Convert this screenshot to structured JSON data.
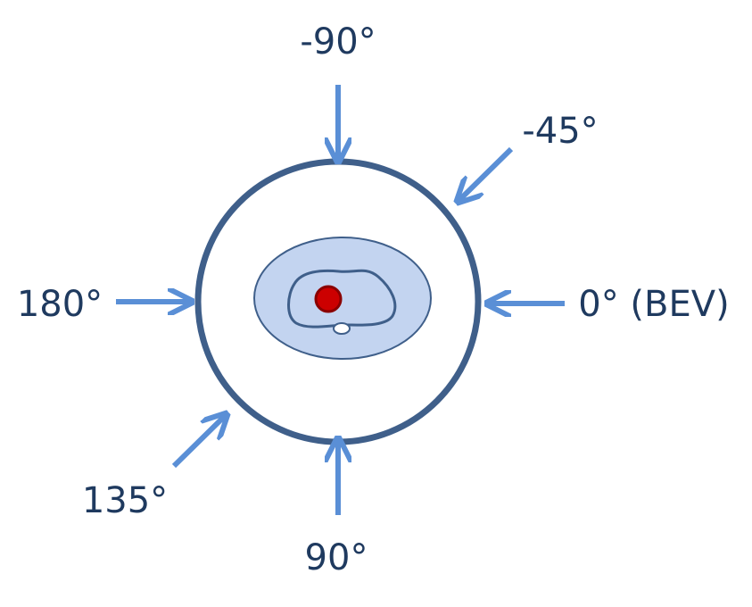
{
  "colors": {
    "text": "#1f3a5f",
    "arrow": "#5a8fd6",
    "ring": "#3f5f8a",
    "body_fill": "#c3d4f0",
    "body_stroke": "#3f5f8a",
    "target": "#cc0000",
    "background": "#ffffff"
  },
  "labels": {
    "top": "-90°",
    "top_right": "-45°",
    "right": "0° (BEV)",
    "left": "180°",
    "bottom_left": "135°",
    "bottom": "90°"
  },
  "icons": {
    "arrow": "beam-arrow-icon",
    "target": "target-dot-icon"
  }
}
